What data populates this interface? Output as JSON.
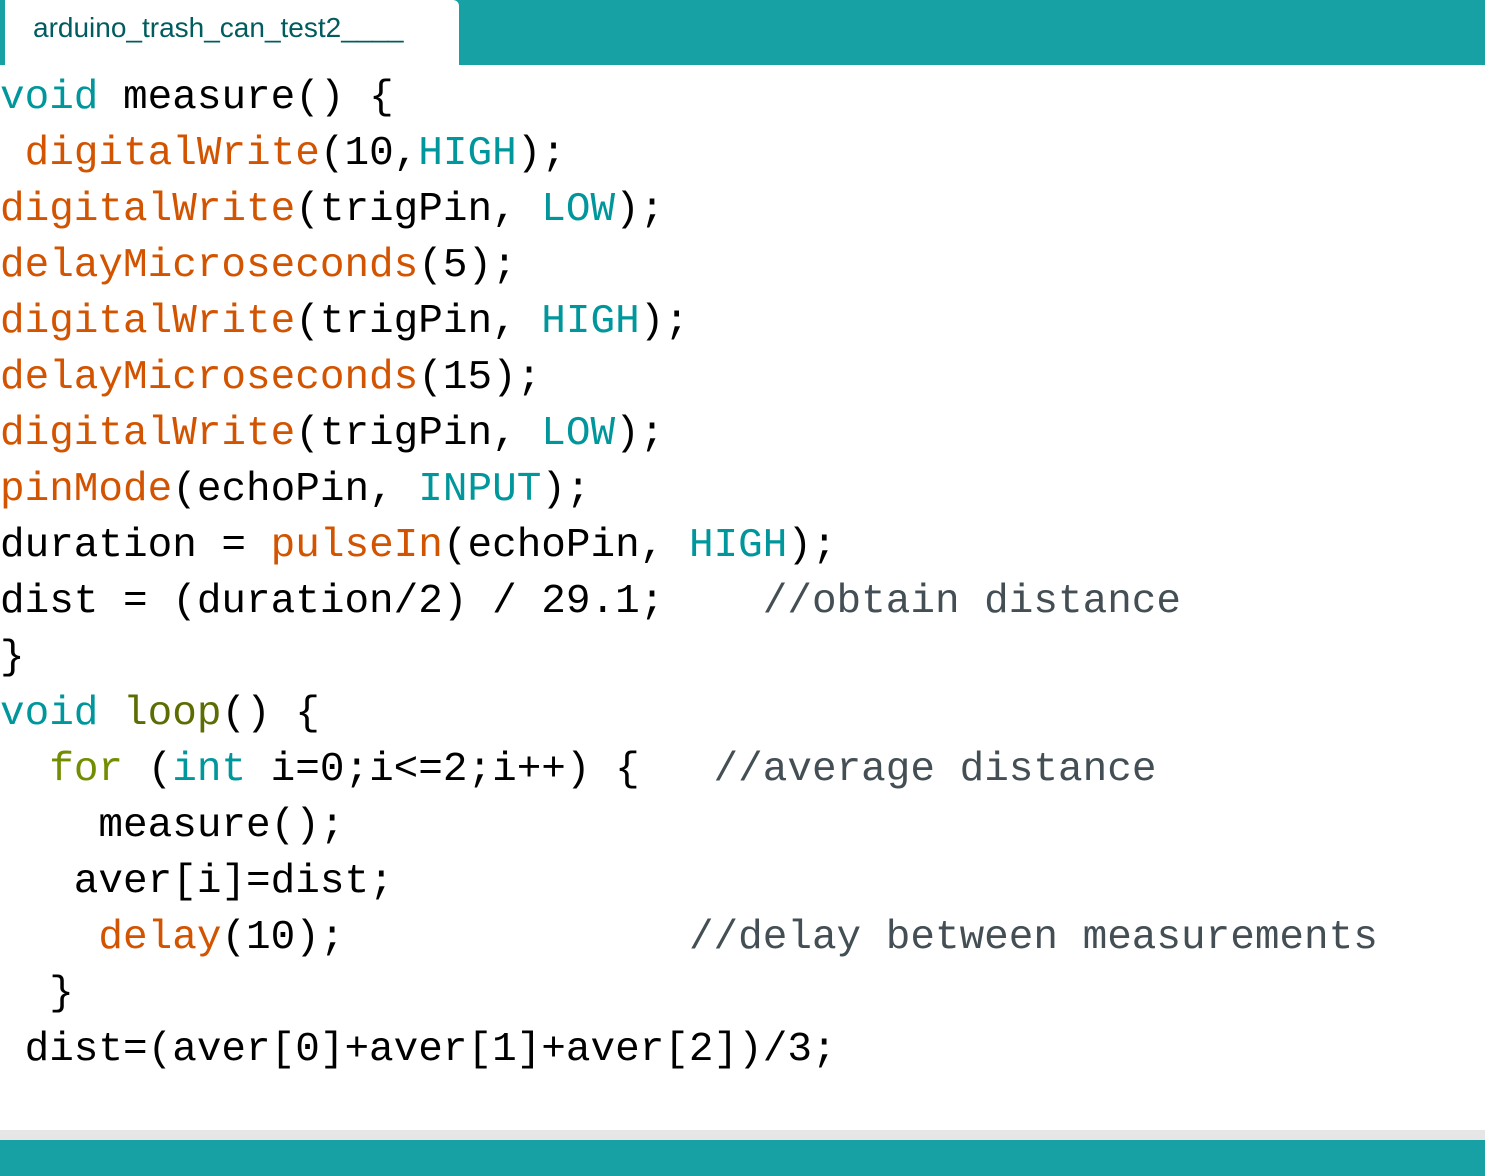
{
  "tab": {
    "label": "arduino_trash_can_test2____"
  },
  "colors": {
    "accent": "#17a1a5",
    "keyword": "#00979c",
    "function": "#d35400",
    "loop_name": "#5e6d03",
    "control": "#728e00",
    "comment": "#434f54",
    "text": "#000000"
  },
  "code": {
    "lines": [
      [
        {
          "t": "void",
          "c": "kw"
        },
        {
          "t": " measure() {",
          "c": "plain"
        }
      ],
      [
        {
          "t": " ",
          "c": "plain"
        },
        {
          "t": "digitalWrite",
          "c": "fn"
        },
        {
          "t": "(10,",
          "c": "plain"
        },
        {
          "t": "HIGH",
          "c": "const"
        },
        {
          "t": ");",
          "c": "plain"
        }
      ],
      [
        {
          "t": "digitalWrite",
          "c": "fn"
        },
        {
          "t": "(trigPin, ",
          "c": "plain"
        },
        {
          "t": "LOW",
          "c": "const"
        },
        {
          "t": ");",
          "c": "plain"
        }
      ],
      [
        {
          "t": "delayMicroseconds",
          "c": "fn"
        },
        {
          "t": "(5);",
          "c": "plain"
        }
      ],
      [
        {
          "t": "digitalWrite",
          "c": "fn"
        },
        {
          "t": "(trigPin, ",
          "c": "plain"
        },
        {
          "t": "HIGH",
          "c": "const"
        },
        {
          "t": ");",
          "c": "plain"
        }
      ],
      [
        {
          "t": "delayMicroseconds",
          "c": "fn"
        },
        {
          "t": "(15);",
          "c": "plain"
        }
      ],
      [
        {
          "t": "digitalWrite",
          "c": "fn"
        },
        {
          "t": "(trigPin, ",
          "c": "plain"
        },
        {
          "t": "LOW",
          "c": "const"
        },
        {
          "t": ");",
          "c": "plain"
        }
      ],
      [
        {
          "t": "pinMode",
          "c": "fn"
        },
        {
          "t": "(echoPin, ",
          "c": "plain"
        },
        {
          "t": "INPUT",
          "c": "const"
        },
        {
          "t": ");",
          "c": "plain"
        }
      ],
      [
        {
          "t": "duration = ",
          "c": "plain"
        },
        {
          "t": "pulseIn",
          "c": "fn"
        },
        {
          "t": "(echoPin, ",
          "c": "plain"
        },
        {
          "t": "HIGH",
          "c": "const"
        },
        {
          "t": ");",
          "c": "plain"
        }
      ],
      [
        {
          "t": "dist = (duration/2) / 29.1;    ",
          "c": "plain"
        },
        {
          "t": "//obtain distance",
          "c": "cm"
        }
      ],
      [
        {
          "t": "}",
          "c": "plain"
        }
      ],
      [
        {
          "t": "void",
          "c": "kw"
        },
        {
          "t": " ",
          "c": "plain"
        },
        {
          "t": "loop",
          "c": "loop"
        },
        {
          "t": "() {",
          "c": "plain"
        }
      ],
      [
        {
          "t": "  ",
          "c": "plain"
        },
        {
          "t": "for",
          "c": "ctrl"
        },
        {
          "t": " (",
          "c": "plain"
        },
        {
          "t": "int",
          "c": "kw"
        },
        {
          "t": " i=0;i<=2;i++) {   ",
          "c": "plain"
        },
        {
          "t": "//average distance",
          "c": "cm"
        }
      ],
      [
        {
          "t": "    measure();",
          "c": "plain"
        }
      ],
      [
        {
          "t": "   aver[i]=dist;",
          "c": "plain"
        }
      ],
      [
        {
          "t": "    ",
          "c": "plain"
        },
        {
          "t": "delay",
          "c": "fn"
        },
        {
          "t": "(10);              ",
          "c": "plain"
        },
        {
          "t": "//delay between measurements",
          "c": "cm"
        }
      ],
      [
        {
          "t": "  }",
          "c": "plain"
        }
      ],
      [
        {
          "t": " dist=(aver[0]+aver[1]+aver[2])/3;",
          "c": "plain"
        }
      ]
    ]
  }
}
